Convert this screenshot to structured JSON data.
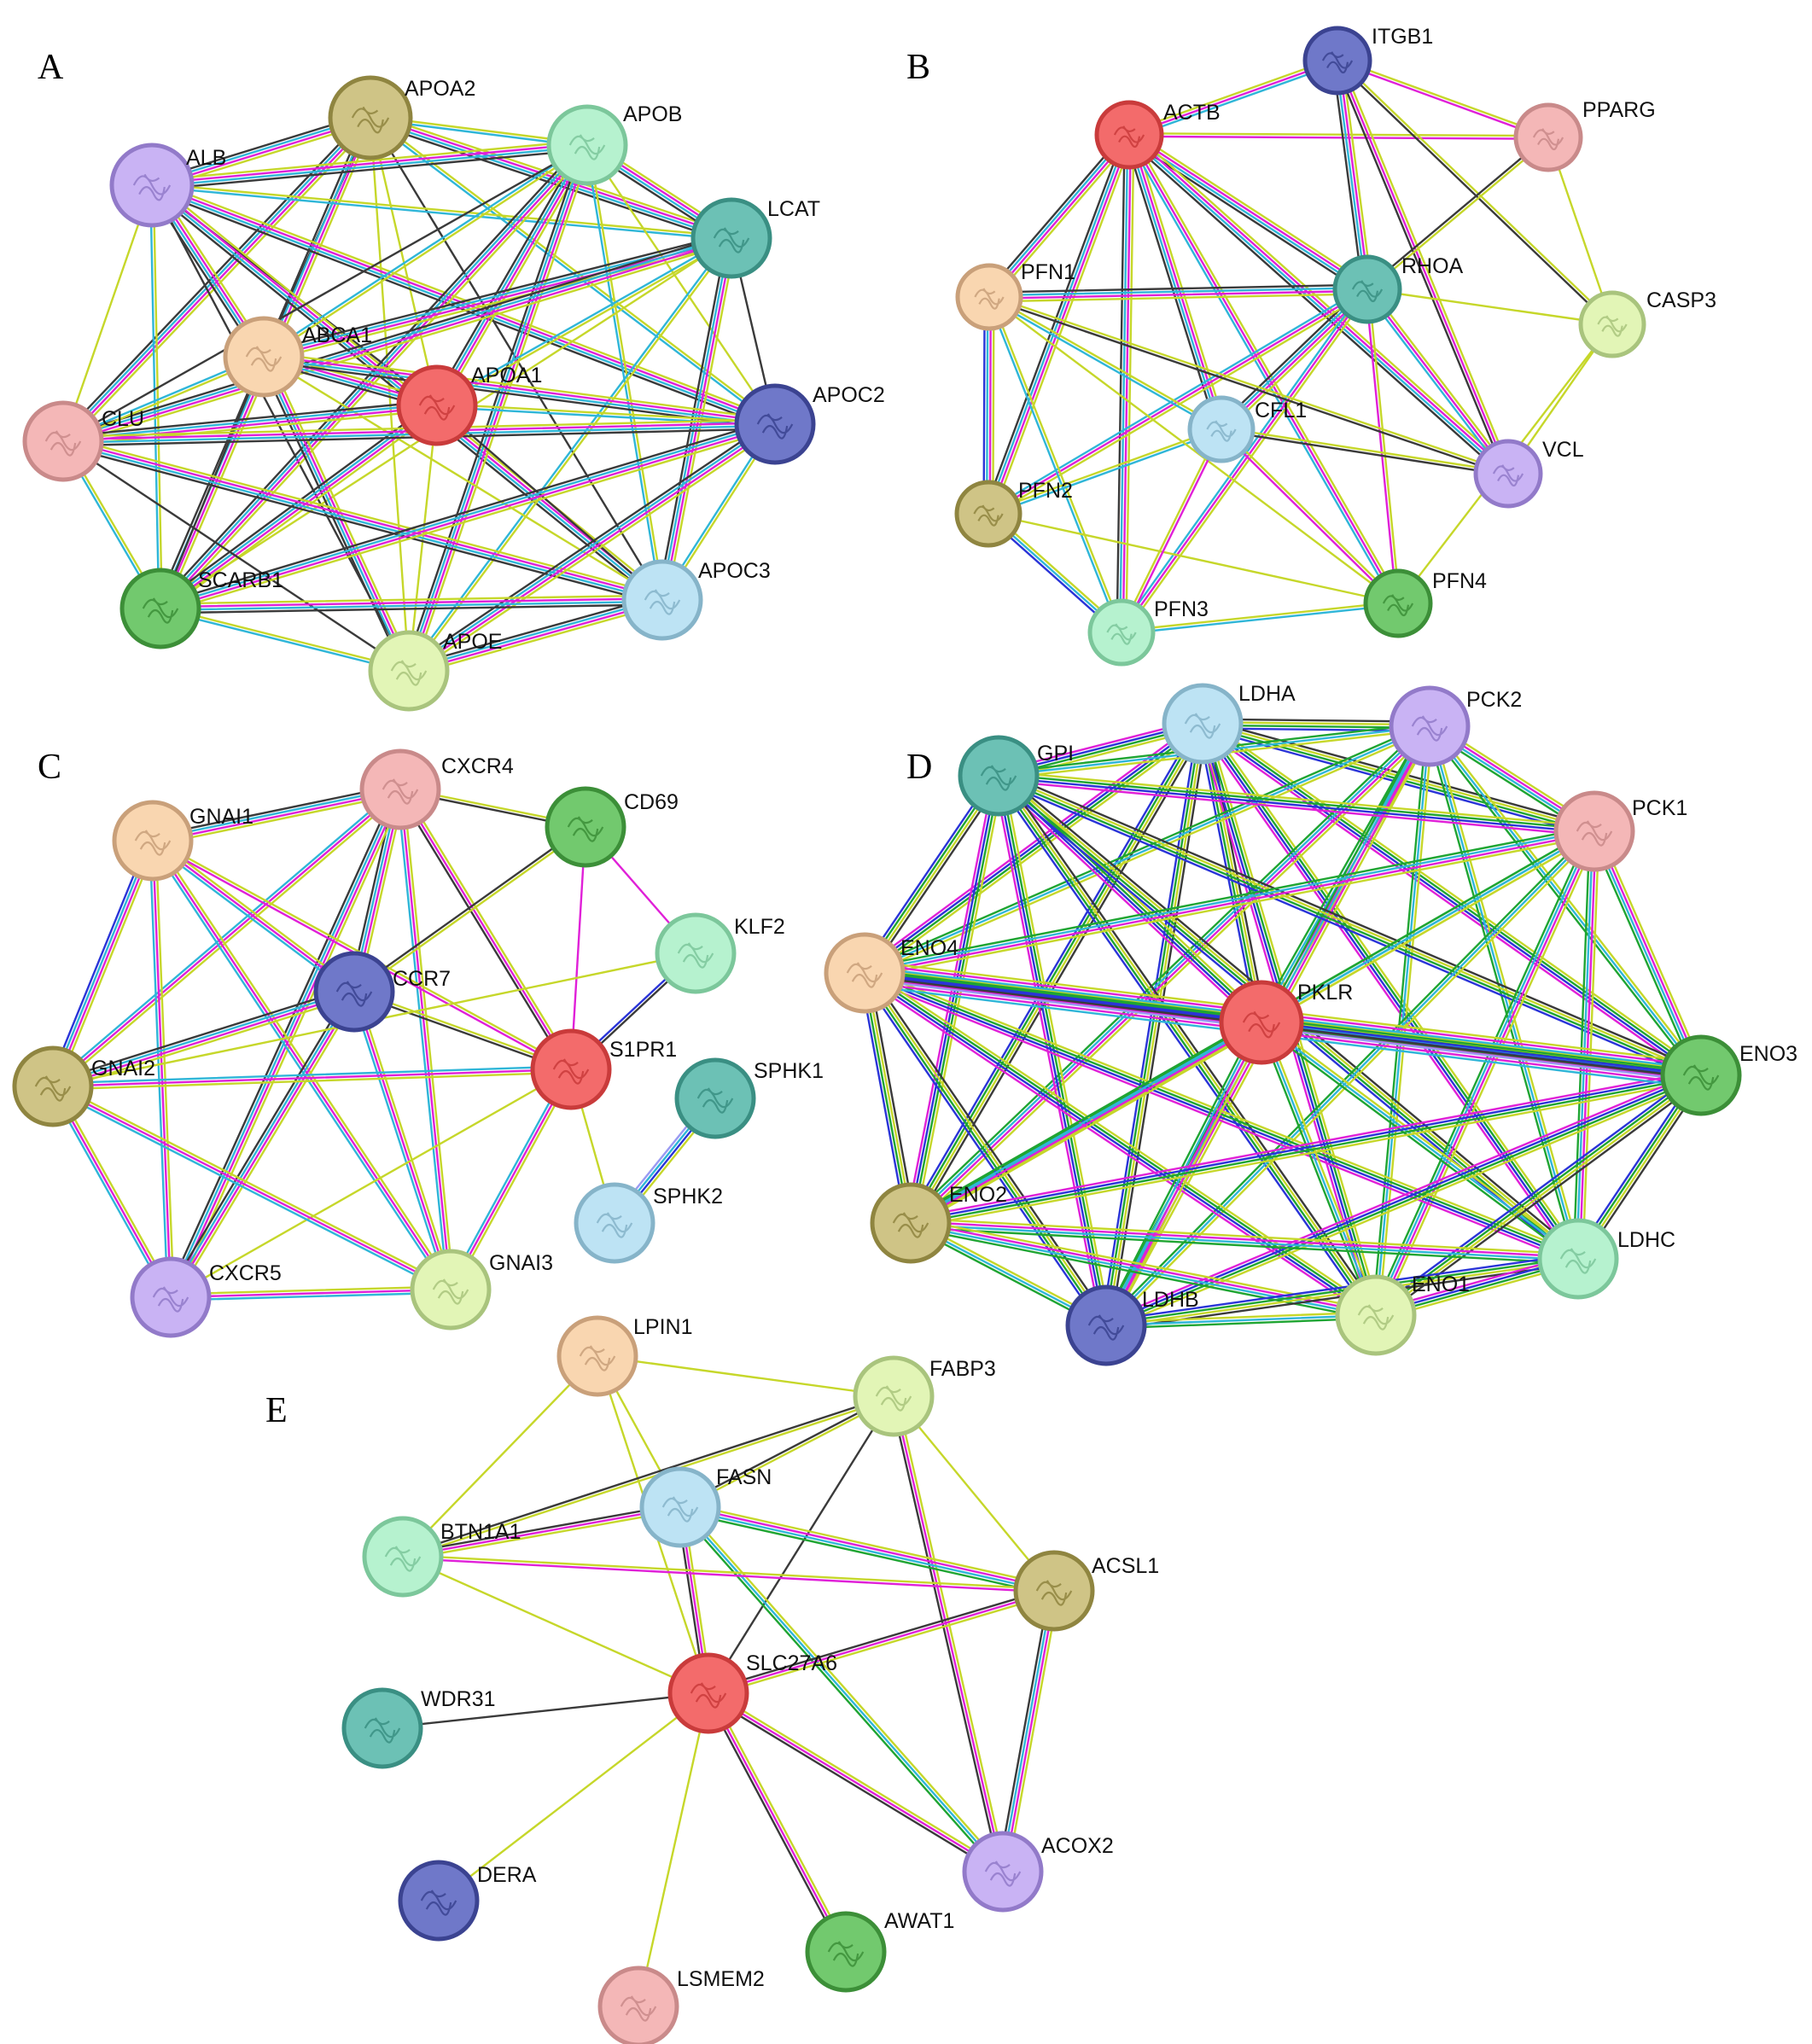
{
  "colors": {
    "edge_palette": [
      "#c6d72a",
      "#e020d8",
      "#2fb6d8",
      "#3a3a3a",
      "#1fa532",
      "#2a34d8",
      "#9a9af2"
    ],
    "node_palette": {
      "red": {
        "fill": "#f36b6b",
        "stroke": "#c93b3b"
      },
      "salmon": {
        "fill": "#f4b7b7",
        "stroke": "#c98a8a"
      },
      "peach": {
        "fill": "#f9d6b0",
        "stroke": "#c9a07a"
      },
      "olive": {
        "fill": "#cfc486",
        "stroke": "#8f8540"
      },
      "mint": {
        "fill": "#b6f2cf",
        "stroke": "#7cc79b"
      },
      "teal": {
        "fill": "#6cc1b5",
        "stroke": "#3a8f83"
      },
      "navy": {
        "fill": "#6f78c9",
        "stroke": "#3b4391"
      },
      "lavender": {
        "fill": "#c9b3f4",
        "stroke": "#927ac9"
      },
      "skyblue": {
        "fill": "#bde3f4",
        "stroke": "#86b4c9"
      },
      "lime": {
        "fill": "#e2f5b6",
        "stroke": "#a9c47d"
      },
      "green": {
        "fill": "#72c96e",
        "stroke": "#3c8f38"
      }
    }
  },
  "panels": [
    {
      "id": "A",
      "letter": "A",
      "nodes": [
        {
          "id": "APOA2",
          "label": "APOA2",
          "color": "olive"
        },
        {
          "id": "ALB",
          "label": "ALB",
          "color": "lavender"
        },
        {
          "id": "APOB",
          "label": "APOB",
          "color": "mint"
        },
        {
          "id": "LCAT",
          "label": "LCAT",
          "color": "teal"
        },
        {
          "id": "ABCA1",
          "label": "ABCA1",
          "color": "peach"
        },
        {
          "id": "APOA1",
          "label": "APOA1",
          "color": "red"
        },
        {
          "id": "CLU",
          "label": "CLU",
          "color": "salmon"
        },
        {
          "id": "APOC2",
          "label": "APOC2",
          "color": "navy"
        },
        {
          "id": "SCARB1",
          "label": "SCARB1",
          "color": "green"
        },
        {
          "id": "APOC3",
          "label": "APOC3",
          "color": "skyblue"
        },
        {
          "id": "APOE",
          "label": "APOE",
          "color": "lime"
        }
      ]
    },
    {
      "id": "B",
      "letter": "B",
      "nodes": [
        {
          "id": "ITGB1",
          "label": "ITGB1",
          "color": "navy"
        },
        {
          "id": "ACTB",
          "label": "ACTB",
          "color": "red"
        },
        {
          "id": "PPARG",
          "label": "PPARG",
          "color": "salmon"
        },
        {
          "id": "PFN1",
          "label": "PFN1",
          "color": "peach"
        },
        {
          "id": "RHOA",
          "label": "RHOA",
          "color": "teal"
        },
        {
          "id": "CASP3",
          "label": "CASP3",
          "color": "lime"
        },
        {
          "id": "CFL1",
          "label": "CFL1",
          "color": "skyblue"
        },
        {
          "id": "VCL",
          "label": "VCL",
          "color": "lavender"
        },
        {
          "id": "PFN2",
          "label": "PFN2",
          "color": "olive"
        },
        {
          "id": "PFN4",
          "label": "PFN4",
          "color": "green"
        },
        {
          "id": "PFN3",
          "label": "PFN3",
          "color": "mint"
        }
      ]
    },
    {
      "id": "C",
      "letter": "C",
      "nodes": [
        {
          "id": "CXCR4",
          "label": "CXCR4",
          "color": "salmon"
        },
        {
          "id": "GNAI1",
          "label": "GNAI1",
          "color": "peach"
        },
        {
          "id": "CD69",
          "label": "CD69",
          "color": "green"
        },
        {
          "id": "KLF2",
          "label": "KLF2",
          "color": "mint"
        },
        {
          "id": "CCR7",
          "label": "CCR7",
          "color": "navy"
        },
        {
          "id": "S1PR1",
          "label": "S1PR1",
          "color": "red"
        },
        {
          "id": "GNAI2",
          "label": "GNAI2",
          "color": "olive"
        },
        {
          "id": "SPHK1",
          "label": "SPHK1",
          "color": "teal"
        },
        {
          "id": "SPHK2",
          "label": "SPHK2",
          "color": "skyblue"
        },
        {
          "id": "CXCR5",
          "label": "CXCR5",
          "color": "lavender"
        },
        {
          "id": "GNAI3",
          "label": "GNAI3",
          "color": "lime"
        }
      ]
    },
    {
      "id": "D",
      "letter": "D",
      "nodes": [
        {
          "id": "LDHA",
          "label": "LDHA",
          "color": "skyblue"
        },
        {
          "id": "PCK2",
          "label": "PCK2",
          "color": "lavender"
        },
        {
          "id": "GPI",
          "label": "GPI",
          "color": "teal"
        },
        {
          "id": "PCK1",
          "label": "PCK1",
          "color": "salmon"
        },
        {
          "id": "ENO4",
          "label": "ENO4",
          "color": "peach"
        },
        {
          "id": "PKLR",
          "label": "PKLR",
          "color": "red"
        },
        {
          "id": "ENO3",
          "label": "ENO3",
          "color": "green"
        },
        {
          "id": "ENO2",
          "label": "ENO2",
          "color": "olive"
        },
        {
          "id": "LDHC",
          "label": "LDHC",
          "color": "mint"
        },
        {
          "id": "LDHB",
          "label": "LDHB",
          "color": "navy"
        },
        {
          "id": "ENO1",
          "label": "ENO1",
          "color": "lime"
        }
      ]
    },
    {
      "id": "E",
      "letter": "E",
      "nodes": [
        {
          "id": "LPIN1",
          "label": "LPIN1",
          "color": "peach"
        },
        {
          "id": "FABP3",
          "label": "FABP3",
          "color": "lime"
        },
        {
          "id": "FASN",
          "label": "FASN",
          "color": "skyblue"
        },
        {
          "id": "BTN1A1",
          "label": "BTN1A1",
          "color": "mint"
        },
        {
          "id": "ACSL1",
          "label": "ACSL1",
          "color": "olive"
        },
        {
          "id": "SLC27A6",
          "label": "SLC27A6",
          "color": "red"
        },
        {
          "id": "WDR31",
          "label": "WDR31",
          "color": "teal"
        },
        {
          "id": "ACOX2",
          "label": "ACOX2",
          "color": "lavender"
        },
        {
          "id": "DERA",
          "label": "DERA",
          "color": "navy"
        },
        {
          "id": "LSMEM2",
          "label": "LSMEM2",
          "color": "salmon"
        },
        {
          "id": "AWAT1",
          "label": "AWAT1",
          "color": "green"
        }
      ]
    }
  ]
}
